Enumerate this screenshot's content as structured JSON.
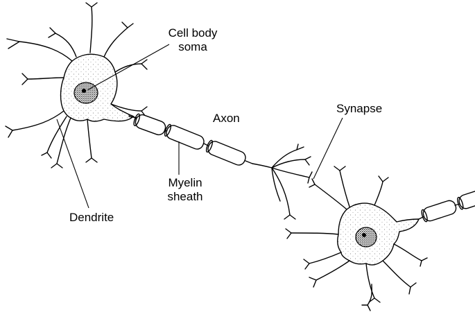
{
  "labels": {
    "cell_body_line1": "Cell body",
    "cell_body_line2": "soma",
    "axon": "Axon",
    "synapse": "Synapse",
    "myelin_line1": "Myelin",
    "myelin_line2": "sheath",
    "dendrite": "Dendrite"
  },
  "colors": {
    "ink": "#000000",
    "background": "#ffffff",
    "stipple": "#555555"
  }
}
